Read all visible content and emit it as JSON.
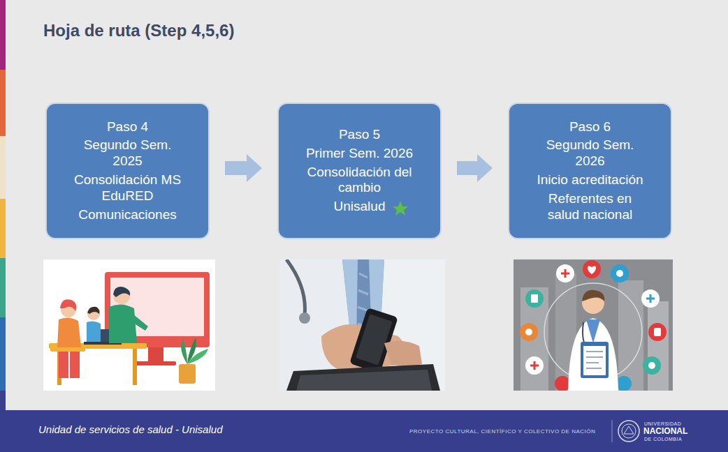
{
  "diagram": {
    "title": "Hoja de ruta (Step 4,5,6)",
    "nodes": [
      {
        "text": [
          "Paso 4",
          "Segundo Sem. 2025",
          "Consolidación MS EduRED",
          "Comunicaciones"
        ]
      },
      {
        "text": [
          "Paso 5",
          "Primer Sem. 2026",
          "Consolidación del cambio",
          "Unisalud"
        ]
      },
      {
        "text": [
          "Paso 6",
          "Segundo Sem. 2026",
          "Inicio acreditación",
          "Referentes en salud nacional"
        ]
      }
    ],
    "edges": [
      {
        "from": 0,
        "to": 1,
        "arrow": "to"
      },
      {
        "from": 1,
        "to": 2,
        "arrow": "to"
      }
    ],
    "labels": [
      "Unidad de servicios de salud - Unisalud",
      "PROYECTO CULTURAL, CIENTÍFICO Y COLECTIVO DE NACIÓN",
      "UNIVERSIDAD",
      "NACIONAL",
      "DE COLOMBIA"
    ]
  }
}
